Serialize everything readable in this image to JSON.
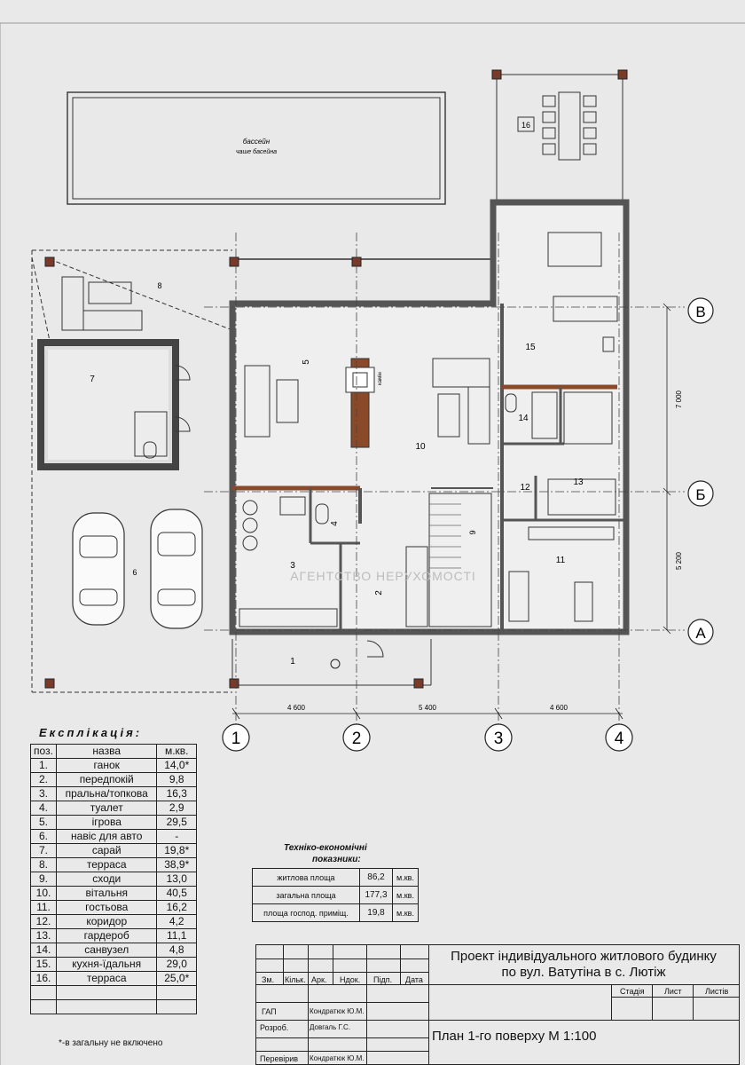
{
  "plan": {
    "pool_label": "бассейн",
    "pool_sublabel": "чаше басейна",
    "room_numbers": [
      "1",
      "2",
      "3",
      "4",
      "5",
      "6",
      "7",
      "8",
      "9",
      "10",
      "11",
      "12",
      "13",
      "14",
      "15",
      "16"
    ],
    "fireplace_label": "камін",
    "axis_columns": [
      "1",
      "2",
      "3",
      "4"
    ],
    "axis_rows": [
      "А",
      "Б",
      "В"
    ],
    "dims_horizontal": [
      "4 600",
      "5 400",
      "4 600"
    ],
    "dims_vertical": [
      "5 200",
      "7 000"
    ],
    "watermark": "АГЕНТСТВО НЕРУХОМОСТІ"
  },
  "explication": {
    "title": "Експлікація:",
    "headers": [
      "поз.",
      "назва",
      "м.кв."
    ],
    "rows": [
      [
        "1.",
        "ганок",
        "14,0*"
      ],
      [
        "2.",
        "передпокій",
        "9,8"
      ],
      [
        "3.",
        "пральна/топкова",
        "16,3"
      ],
      [
        "4.",
        "туалет",
        "2,9"
      ],
      [
        "5.",
        "ігрова",
        "29,5"
      ],
      [
        "6.",
        "навіс для авто",
        "-"
      ],
      [
        "7.",
        "сарай",
        "19,8*"
      ],
      [
        "8.",
        "терраса",
        "38,9*"
      ],
      [
        "9.",
        "сходи",
        "13,0"
      ],
      [
        "10.",
        "вітальня",
        "40,5"
      ],
      [
        "11.",
        "гостьова",
        "16,2"
      ],
      [
        "12.",
        "коридор",
        "4,2"
      ],
      [
        "13.",
        "гардероб",
        "11,1"
      ],
      [
        "14.",
        "санвузел",
        "4,8"
      ],
      [
        "15.",
        "кухня-їдальня",
        "29,0"
      ],
      [
        "16.",
        "терраса",
        "25,0*"
      ]
    ],
    "footnote": "*-в загальну не включено"
  },
  "tech": {
    "title_line1": "Техніко-економічні",
    "title_line2": "показники:",
    "rows": [
      [
        "житлова площа",
        "86,2",
        "м.кв."
      ],
      [
        "загальна площа",
        "177,3",
        "м.кв."
      ],
      [
        "площа господ. приміщ.",
        "19,8",
        "м.кв."
      ]
    ]
  },
  "title_block": {
    "project_line1": "Проект індивідуального житлового будинку",
    "project_line2": "по вул. Ватутіна в с. Лютіж",
    "sheet_title": "План 1-го поверху М 1:100",
    "col_headers": [
      "Зм.",
      "Кільк.",
      "Арк.",
      "Ндок.",
      "Підп.",
      "Дата"
    ],
    "stage_headers": [
      "Стадія",
      "Лист",
      "Листів"
    ],
    "people": [
      [
        "ГАП",
        "Кондратюк Ю.М."
      ],
      [
        "Розроб.",
        "Довгаль Г.С."
      ],
      [
        "Перевірив",
        "Кондратюк Ю.М."
      ]
    ]
  }
}
